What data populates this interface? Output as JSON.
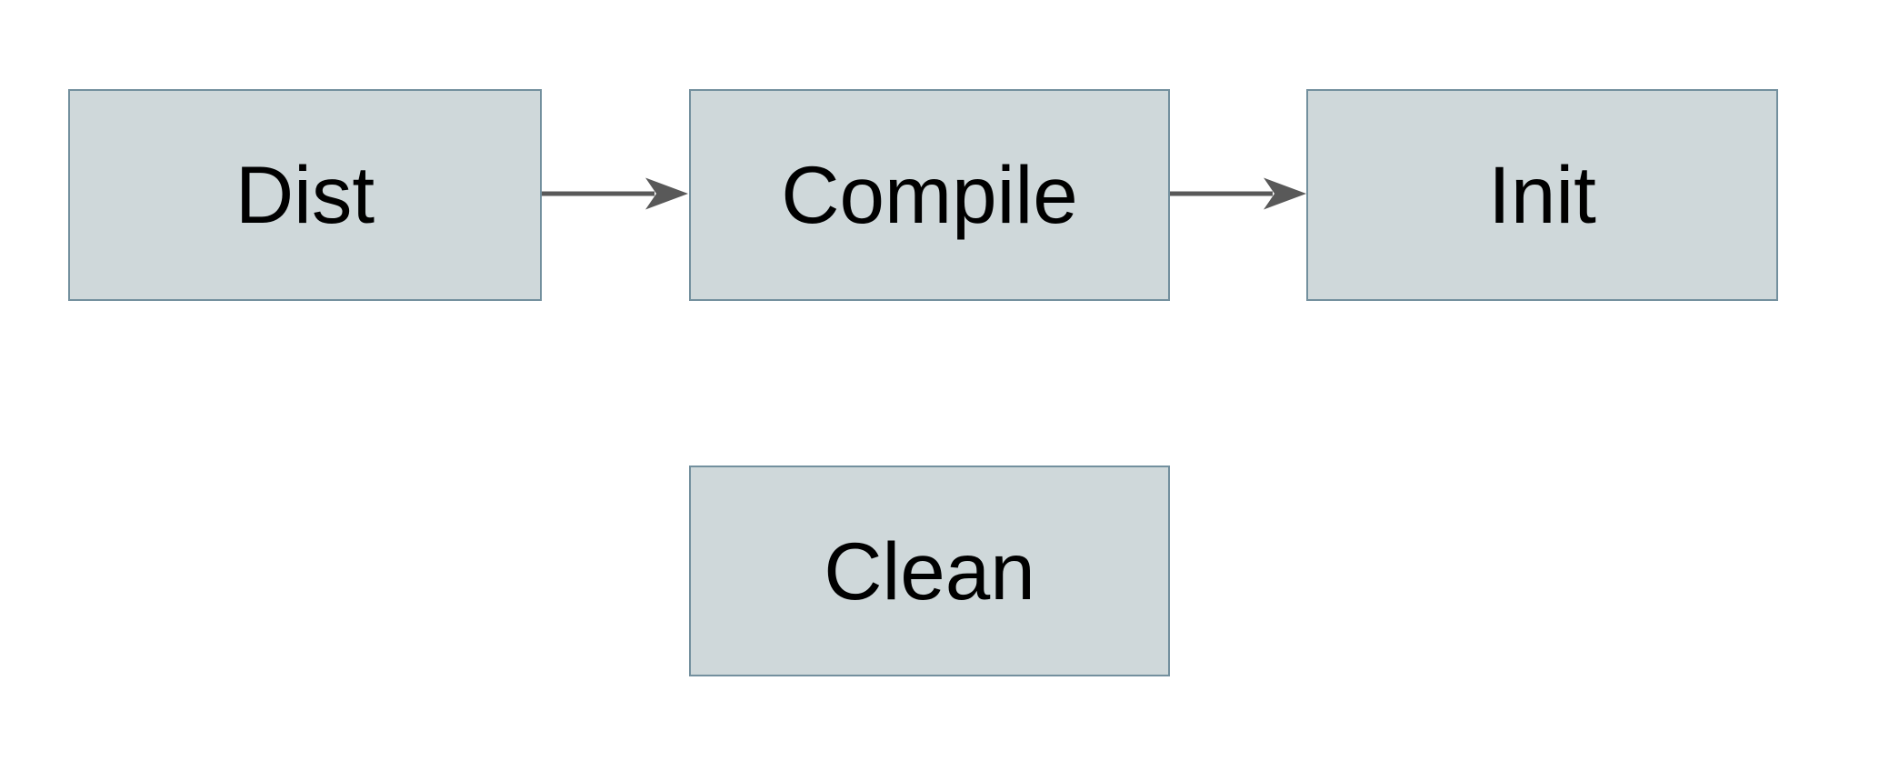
{
  "page": {
    "background": "#ffffff"
  },
  "diagram": {
    "type": "flowchart",
    "nodes": [
      {
        "id": "dist",
        "label": "Dist"
      },
      {
        "id": "compile",
        "label": "Compile"
      },
      {
        "id": "init",
        "label": "Init"
      },
      {
        "id": "clean",
        "label": "Clean"
      }
    ],
    "edges": [
      {
        "from": "dist",
        "to": "compile",
        "direction": "right",
        "style": "solid-dart-arrow"
      },
      {
        "from": "compile",
        "to": "init",
        "direction": "right",
        "style": "solid-dart-arrow"
      }
    ],
    "colors": {
      "node_fill": "#cfd8da",
      "node_border": "#73909e",
      "arrow": "#595959",
      "label_text": "#000000",
      "background": "#ffffff"
    }
  }
}
